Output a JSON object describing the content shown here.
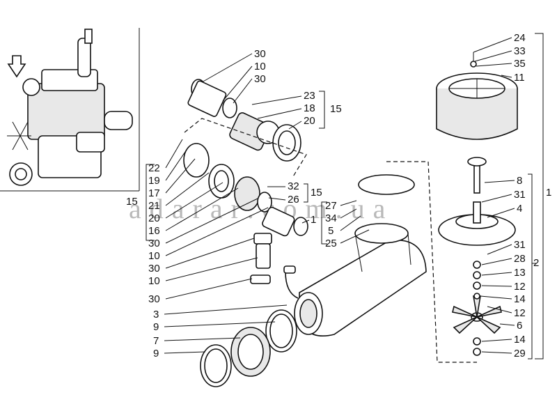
{
  "watermark": "adarar.com.ua",
  "callouts": {
    "top_left_column": [
      "30",
      "10",
      "30"
    ],
    "hose_group": [
      "23",
      "18",
      "20"
    ],
    "hose_group_bracket": "15",
    "left_column": [
      "22",
      "19",
      "17",
      "21",
      "20",
      "16",
      "30",
      "10",
      "30",
      "10",
      "30",
      "3",
      "9",
      "7",
      "9"
    ],
    "left_bracket": "15",
    "mid_right": [
      "32",
      "26"
    ],
    "mid_right_bracket": "15",
    "mid_right_end": "1",
    "clamp_group": [
      "27",
      "34",
      "5",
      "25"
    ],
    "right_column": [
      "24",
      "33",
      "35",
      "11",
      "8",
      "31",
      "4",
      "31",
      "28",
      "13",
      "12",
      "14",
      "12",
      "6",
      "14",
      "29"
    ],
    "right_bracket_outer": "1",
    "right_bracket_inner": "2"
  }
}
